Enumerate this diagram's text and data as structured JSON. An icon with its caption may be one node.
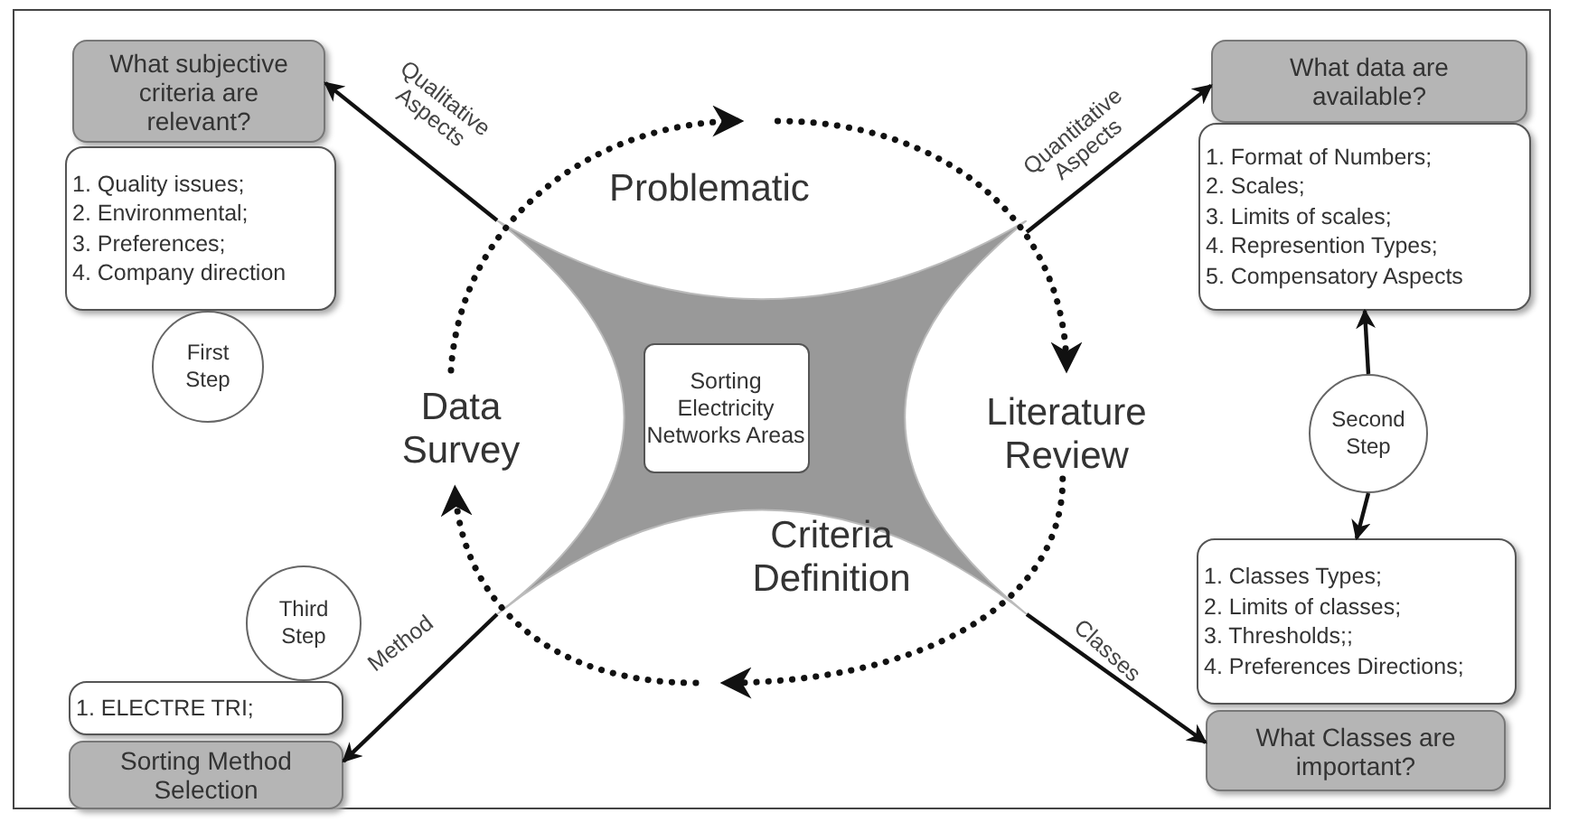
{
  "diagram": {
    "nodes": [
      {
        "text": [
          "What subjective criteria are relevant?"
        ]
      },
      {
        "text": [
          "1. Quality issues;",
          "2. Environmental;",
          "3. Preferences;",
          "4. Company direction"
        ]
      },
      {
        "text": [
          "First Step"
        ]
      },
      {
        "text": [
          "Problematic"
        ]
      },
      {
        "text": [
          "What data are available?"
        ]
      },
      {
        "text": [
          "1. Format of Numbers;",
          "2. Scales;",
          "3. Limits of scales;",
          "4. Represention Types;",
          "5. Compensatory Aspects"
        ]
      },
      {
        "text": [],
        "shape": "star"
      },
      {
        "text": [
          "Sorting Electricity Networks Areas"
        ],
        "in": 6
      },
      {
        "text": [
          "Data Survey"
        ]
      },
      {
        "text": [
          "Literature Review"
        ]
      },
      {
        "text": [
          "Second Step"
        ]
      },
      {
        "text": [
          "Third Step"
        ]
      },
      {
        "text": [
          "Criteria Definition"
        ]
      },
      {
        "text": [
          "1. ELECTRE TRI;"
        ]
      },
      {
        "text": [
          "1. Classes Types;",
          "2. Limits of classes;",
          "3. Thresholds;;",
          "4. Preferences Directions;"
        ]
      },
      {
        "text": [
          "Sorting Method Selection"
        ]
      },
      {
        "text": [
          "What Classes are important?"
        ]
      }
    ],
    "edges": [
      {
        "from": 8,
        "to": 3,
        "arrow": "to",
        "style": "dashed"
      },
      {
        "from": 3,
        "to": 9,
        "arrow": "to",
        "style": "dashed"
      },
      {
        "from": 9,
        "to": 12,
        "arrow": "to",
        "style": "dashed"
      },
      {
        "from": 12,
        "to": 8,
        "arrow": "to",
        "style": "dashed"
      },
      {
        "from": 6,
        "to": 0,
        "arrow": "to",
        "label": "Qualitative Aspects"
      },
      {
        "from": 6,
        "to": 4,
        "arrow": "to",
        "label": "Quantitative Aspects"
      },
      {
        "from": 6,
        "to": 16,
        "arrow": "to",
        "label": "Classes"
      },
      {
        "from": 6,
        "to": 15,
        "arrow": "to",
        "label": "Method"
      },
      {
        "from": 10,
        "to": 5,
        "arrow": "to"
      },
      {
        "from": 10,
        "to": 14,
        "arrow": "to"
      }
    ]
  }
}
